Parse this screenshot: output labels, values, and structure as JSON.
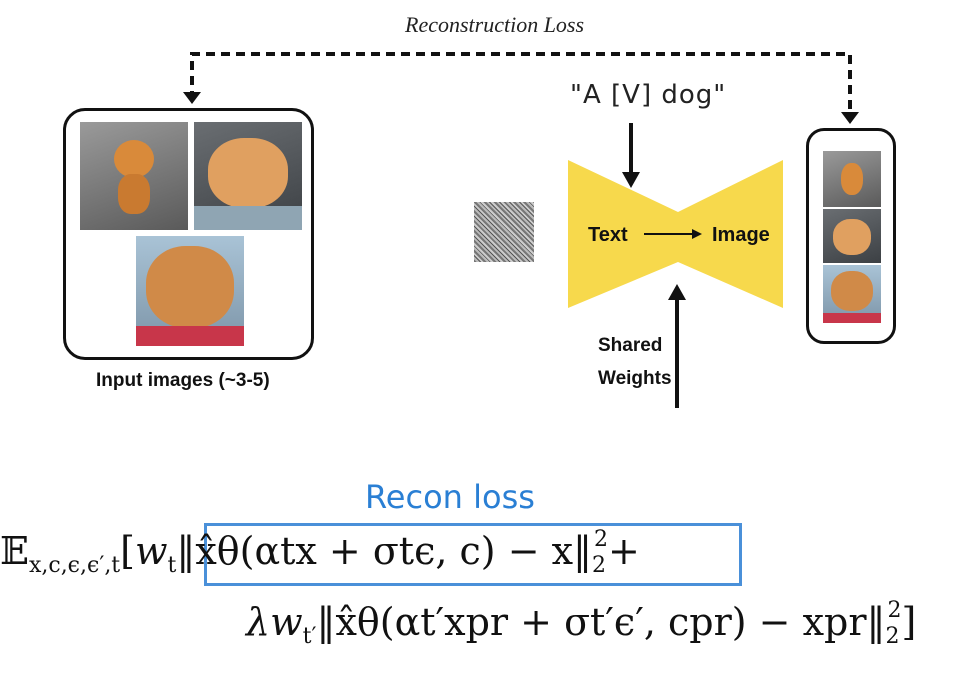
{
  "diagram": {
    "reconstruction_loss_label": "Reconstruction Loss",
    "prompt": "\"A [V] dog\"",
    "input_caption": "Input images (~3-5)",
    "text_label": "Text",
    "image_label": "Image",
    "shared_weights_line1": "Shared",
    "shared_weights_line2": "Weights",
    "colors": {
      "generator": "#f7d94c",
      "accent": "#4a90d9"
    }
  },
  "annotation": {
    "recon_label": "Recon loss"
  },
  "equation": {
    "line1_prefix": "𝔼",
    "line1_sub": "x,c,ϵ,ϵ′,t",
    "line1_bracket": "[",
    "line1_term": "w",
    "line1_term_sub": "t",
    "line1_body": "‖x̂θ(αtx + σtϵ, c) − x‖",
    "line1_tail": "+",
    "line2_lambda": "λw",
    "line2_sub": "t′",
    "line2_body": "‖x̂θ(αt′xpr + σt′ϵ′, cpr) − xpr‖",
    "line2_close": "]",
    "norm_sub": "2",
    "norm_sup": "2"
  }
}
